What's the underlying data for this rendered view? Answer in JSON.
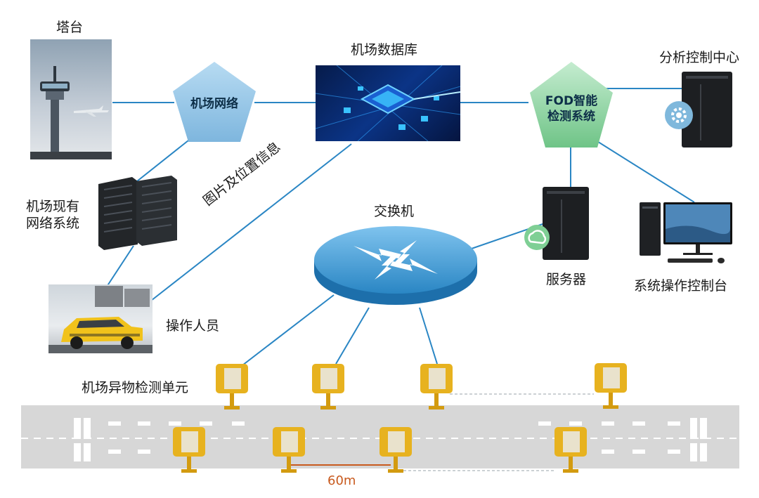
{
  "nodes": {
    "tower": "塔台",
    "airport_network": "机场网络",
    "database": "机场数据库",
    "fod_system_line1": "FOD智能",
    "fod_system_line2": "检测系统",
    "analysis_center": "分析控制中心",
    "existing_network_line1": "机场现有",
    "existing_network_line2": "网络系统",
    "switch": "交换机",
    "server": "服务器",
    "console": "系统操作控制台",
    "operator": "操作人员",
    "fod_units": "机场异物检测单元"
  },
  "link_label": "图片及位置信息",
  "distance": "60m",
  "colors": {
    "line": "#2a86c4",
    "pentagon_blue": "#8fc3e6",
    "pentagon_green": "#7fcf95",
    "runway": "#d6d6d6",
    "unit_yellow": "#e7b21f",
    "distance": "#c85a1e"
  }
}
